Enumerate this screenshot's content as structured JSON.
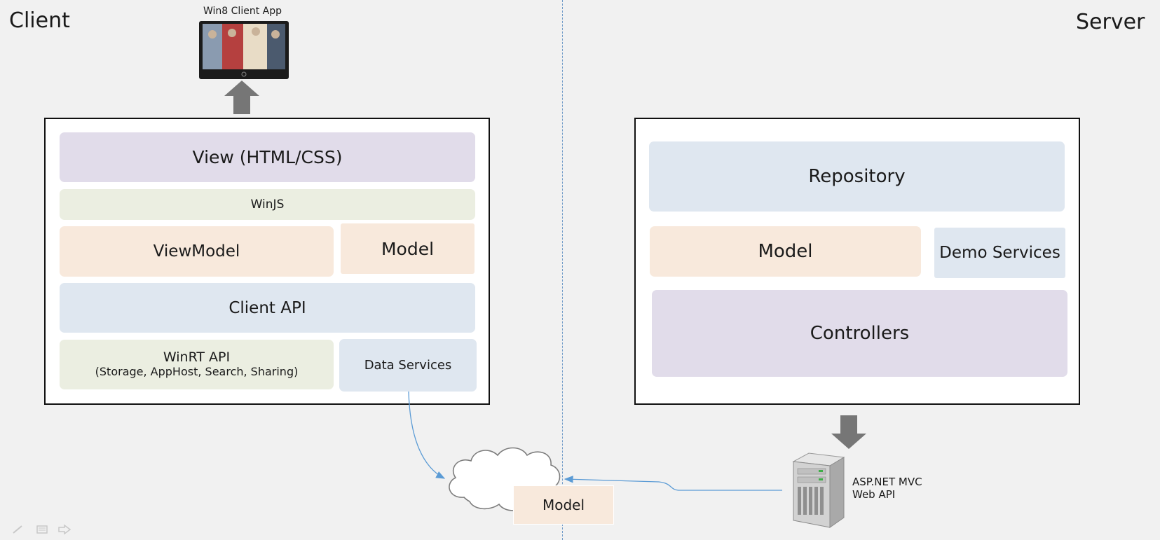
{
  "client": {
    "title": "Client",
    "app_caption": "Win8 Client App",
    "layers": {
      "view": "View (HTML/CSS)",
      "winjs": "WinJS",
      "viewmodel": "ViewModel",
      "model": "Model",
      "client_api": "Client API",
      "winrt_api": "WinRT API",
      "winrt_api_sub": "(Storage, AppHost, Search, Sharing)",
      "data_services": "Data Services"
    }
  },
  "server": {
    "title": "Server",
    "layers": {
      "repository": "Repository",
      "model": "Model",
      "demo_services": "Demo Services",
      "controllers": "Controllers"
    },
    "host_label_line1": "ASP.NET MVC",
    "host_label_line2": "Web API"
  },
  "network": {
    "model_label": "Model"
  },
  "colors": {
    "view_layer": "#e1dcea",
    "framework_layer": "#ebeee1",
    "model_layer": "#f8e9dc",
    "api_layer": "#dfe7f0",
    "arrow": "#767676",
    "connector": "#5b9bd5"
  },
  "icons": [
    "tablet-icon",
    "server-icon",
    "cloud-icon",
    "pen-icon",
    "slides-icon",
    "next-arrow-icon"
  ]
}
